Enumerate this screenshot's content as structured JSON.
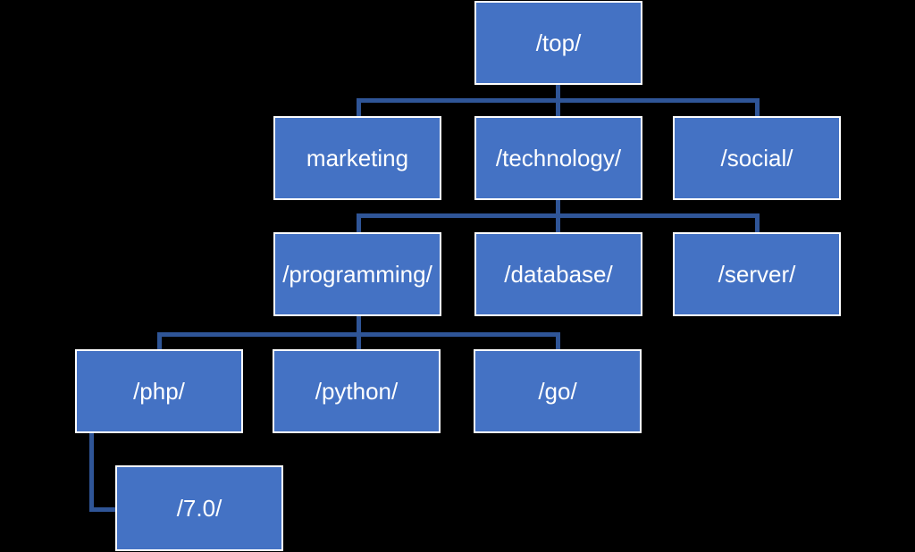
{
  "diagram": {
    "type": "org-chart-tree",
    "background_color": "#000000",
    "node_fill_color": "#4472C4",
    "node_border_color": "#FFFFFF",
    "connector_color": "#2F5597",
    "text_color": "#FFFFFF",
    "nodes": {
      "top": {
        "label": "/top/"
      },
      "marketing": {
        "label": "marketing"
      },
      "technology": {
        "label": "/technology/"
      },
      "social": {
        "label": "/social/"
      },
      "programming": {
        "label": "/programming/"
      },
      "database": {
        "label": "/database/"
      },
      "server": {
        "label": "/server/"
      },
      "php": {
        "label": "/php/"
      },
      "python": {
        "label": "/python/"
      },
      "go": {
        "label": "/go/"
      },
      "v70": {
        "label": "/7.0/"
      }
    },
    "edges": [
      {
        "from": "/top/",
        "to": "marketing"
      },
      {
        "from": "/top/",
        "to": "/technology/"
      },
      {
        "from": "/top/",
        "to": "/social/"
      },
      {
        "from": "/technology/",
        "to": "/programming/"
      },
      {
        "from": "/technology/",
        "to": "/database/"
      },
      {
        "from": "/technology/",
        "to": "/server/"
      },
      {
        "from": "/programming/",
        "to": "/php/"
      },
      {
        "from": "/programming/",
        "to": "/python/"
      },
      {
        "from": "/programming/",
        "to": "/go/"
      },
      {
        "from": "/php/",
        "to": "/7.0/"
      }
    ]
  }
}
